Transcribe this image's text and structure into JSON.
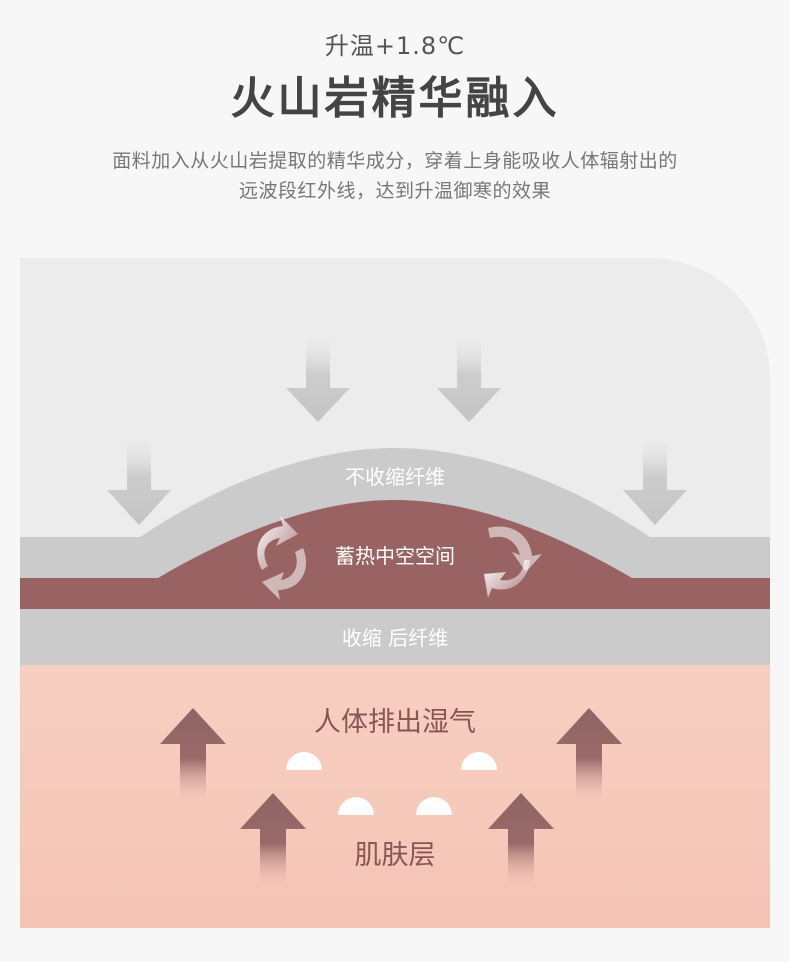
{
  "header": {
    "subtitle": "升温+1.8℃",
    "title": "火山岩精华融入",
    "description_line1": "面料加入从火山岩提取的精华成分，穿着上身能吸收人体辐射出的",
    "description_line2": "远波段红外线，达到升温御寒的效果"
  },
  "diagram": {
    "outer_layer_label": "不收缩纤维",
    "middle_layer_label": "蓄热中空空间",
    "inner_layer_label": "收缩 后纤维",
    "skin_top_label": "人体排出湿气",
    "skin_bottom_label": "肌肤层",
    "colors": {
      "background_panel": "#ececec",
      "fiber_gray": "#cbcbcb",
      "heat_red": "#9a6363",
      "skin_pink": "#f5c9bb",
      "label_dark": "#8a5555",
      "arrow_gray": "#c8c8c8",
      "arrow_brown": "#8e6464"
    }
  }
}
